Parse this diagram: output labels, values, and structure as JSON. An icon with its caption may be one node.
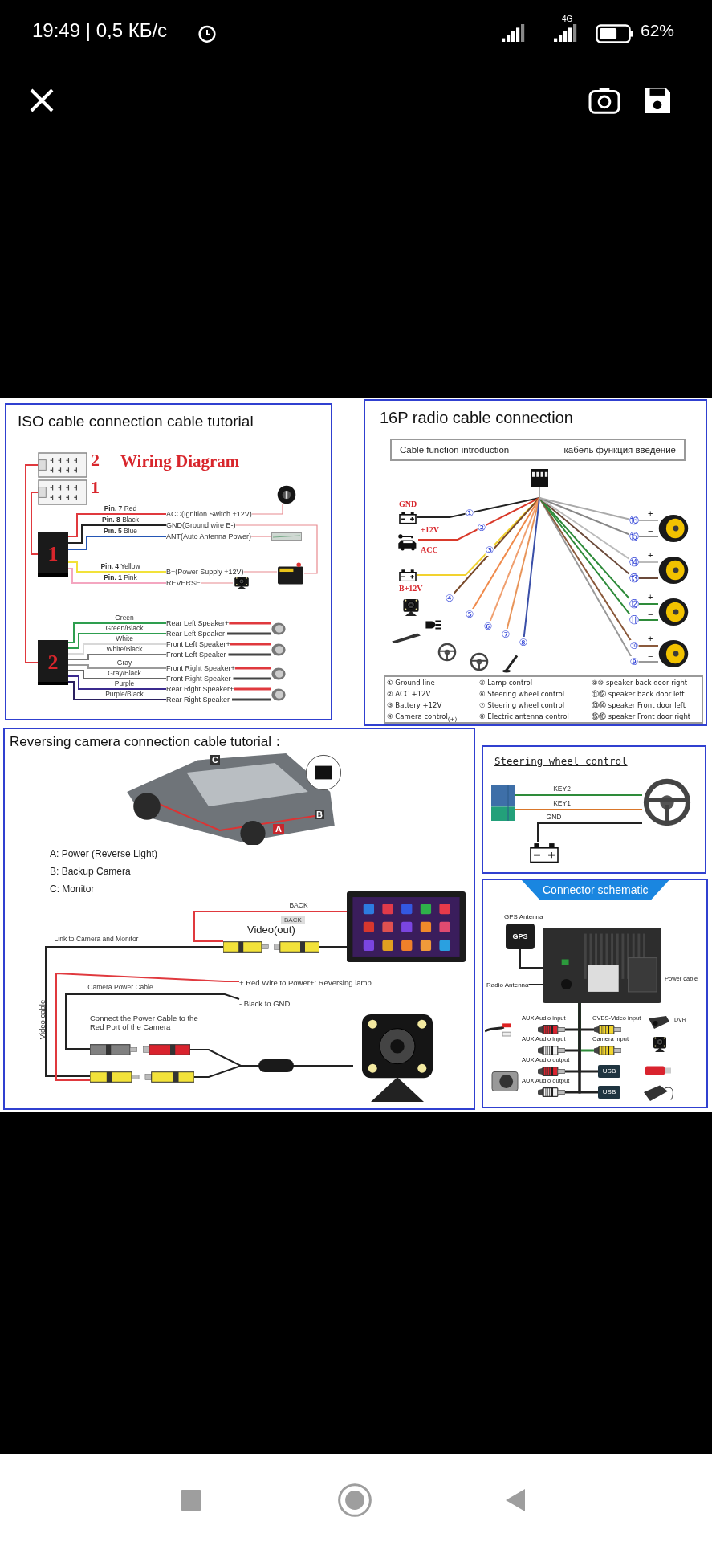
{
  "diagram": {
    "nodes": [
      {
        "text": [
          "ISO cable connection cable tutorial"
        ]
      },
      {
        "text": [],
        "shape": "box",
        "in": 0,
        "beside": [
          "2"
        ]
      },
      {
        "text": [],
        "shape": "box",
        "in": 0,
        "beside": [
          "1"
        ]
      },
      {
        "text": [
          "1"
        ],
        "in": 0
      },
      {
        "text": [
          "2"
        ],
        "in": 0
      },
      {
        "text": [
          "ACC(Ignition Switch +12V)"
        ],
        "in": 0
      },
      {
        "text": [
          "GND(Ground wire B-)"
        ],
        "in": 0
      },
      {
        "text": [
          "ANT(Auto Antenna Power)"
        ],
        "in": 0
      },
      {
        "text": [
          "B+(Power Supply +12V)"
        ],
        "in": 0
      },
      {
        "text": [
          "REVERSE"
        ],
        "in": 0
      },
      {
        "text": [],
        "shape": "picture",
        "in": 0
      },
      {
        "text": [],
        "shape": "picture",
        "in": 0
      },
      {
        "text": [],
        "shape": "picture",
        "in": 0
      },
      {
        "text": [],
        "shape": "picture",
        "in": 0
      },
      {
        "text": [
          "Rear Left Speaker+"
        ],
        "in": 0
      },
      {
        "text": [
          "Rear Left Speaker-"
        ],
        "in": 0
      },
      {
        "text": [
          "Front Left Speaker+"
        ],
        "in": 0
      },
      {
        "text": [
          "Front Left Speaker-"
        ],
        "in": 0
      },
      {
        "text": [
          "Front Right Speaker+"
        ],
        "in": 0
      },
      {
        "text": [
          "Front Right Speaker-"
        ],
        "in": 0
      },
      {
        "text": [
          "Rear Right Speaker+"
        ],
        "in": 0
      },
      {
        "text": [
          "Rear Right Speaker-"
        ],
        "in": 0
      },
      {
        "text": [],
        "shape": "picture",
        "in": 0
      },
      {
        "text": [],
        "shape": "picture",
        "in": 0
      },
      {
        "text": [],
        "shape": "picture",
        "in": 0
      },
      {
        "text": [],
        "shape": "picture",
        "in": 0
      },
      {
        "text": [
          "16P radio cable connection"
        ]
      },
      {
        "text": [
          "Cable function introduction",
          "кабель функция введение"
        ],
        "in": 26
      },
      {
        "text": [],
        "shape": "picture",
        "in": 26
      },
      {
        "text": [],
        "shape": "picture",
        "in": 26,
        "beside": [
          "GND"
        ]
      },
      {
        "text": [],
        "shape": "picture",
        "in": 26,
        "beside": [
          "+12V",
          "ACC"
        ]
      },
      {
        "text": [],
        "shape": "picture",
        "in": 26,
        "beside": [
          "B+12V"
        ]
      },
      {
        "text": [],
        "shape": "picture",
        "in": 26,
        "beside": [
          "+",
          "−"
        ]
      },
      {
        "text": [],
        "shape": "picture",
        "in": 26,
        "beside": [
          "+",
          "−"
        ]
      },
      {
        "text": [],
        "shape": "picture",
        "in": 26,
        "beside": [
          "+",
          "−"
        ]
      },
      {
        "text": [],
        "shape": "picture",
        "in": 26,
        "beside": [
          "+",
          "−"
        ]
      },
      {
        "text": [
          "Reversing camera connection cable tutorial："
        ]
      },
      {
        "text": [],
        "shape": "picture",
        "in": 36
      },
      {
        "text": [],
        "shape": "picture",
        "in": 36,
        "beside": [
          "Video(out)"
        ]
      },
      {
        "text": [
          "+ Red Wire to Power+: Reversing lamp"
        ],
        "in": 36
      },
      {
        "text": [
          "- Black to GND"
        ],
        "in": 36
      },
      {
        "text": [],
        "shape": "picture",
        "in": 36
      },
      {
        "text": [],
        "shape": "picture",
        "in": 36
      },
      {
        "text": [],
        "shape": "picture",
        "in": 36
      },
      {
        "text": [
          "Steering wheel control"
        ]
      },
      {
        "text": [],
        "shape": "picture",
        "in": 44
      },
      {
        "text": [],
        "shape": "picture",
        "in": 44
      },
      {
        "text": [],
        "shape": "picture",
        "in": 44
      },
      {
        "text": [
          "Connector schematic"
        ]
      },
      {
        "text": [
          "GPS"
        ],
        "in": 48,
        "beside": [
          "GPS Antenna"
        ]
      },
      {
        "text": [
          "Radio Antenna"
        ],
        "in": 48
      },
      {
        "text": [],
        "shape": "picture",
        "in": 48,
        "beside": [
          "Power cable"
        ]
      },
      {
        "text": [],
        "shape": "picture",
        "in": 48,
        "beside": [
          "AUX Audio input"
        ]
      },
      {
        "text": [],
        "shape": "picture",
        "in": 48,
        "beside": [
          "AUX Audio input"
        ]
      },
      {
        "text": [],
        "shape": "picture",
        "in": 48,
        "beside": [
          "AUX Audio output"
        ]
      },
      {
        "text": [],
        "shape": "picture",
        "in": 48,
        "beside": [
          "AUX Audio output"
        ]
      },
      {
        "text": [],
        "shape": "picture",
        "in": 48,
        "beside": [
          "CVBS-Video input"
        ]
      },
      {
        "text": [],
        "shape": "picture",
        "in": 48,
        "beside": [
          "Camera input"
        ]
      },
      {
        "text": [
          "USB"
        ],
        "in": 48
      },
      {
        "text": [
          "USB"
        ],
        "in": 48
      }
    ],
    "edges": [
      {
        "from": 1,
        "to": 4,
        "arrow": "none",
        "color": "#e0393e"
      },
      {
        "from": 2,
        "to": 3,
        "arrow": "none",
        "color": "#e0393e"
      },
      {
        "from": 3,
        "to": 5,
        "arrow": "none",
        "label": "**Pin. 7** Red",
        "color": "#e0393e"
      },
      {
        "from": 3,
        "to": 6,
        "arrow": "none",
        "label": "**Pin. 8** Black"
      },
      {
        "from": 3,
        "to": 7,
        "arrow": "none",
        "label": "**Pin. 5** Blue",
        "color": "#2456b5"
      },
      {
        "from": 3,
        "to": 8,
        "arrow": "none",
        "label": "**Pin. 4** Yellow",
        "color": "#f2e23a"
      },
      {
        "from": 3,
        "to": 9,
        "arrow": "none",
        "label": "**Pin. 1** Pink",
        "color": "#f4a6c0"
      },
      {
        "from": 5,
        "to": 10,
        "arrow": "none",
        "color": "#e88a8f"
      },
      {
        "from": 6,
        "to": 13,
        "arrow": "none",
        "color": "#e88a8f"
      },
      {
        "from": 7,
        "to": 11,
        "arrow": "none",
        "color": "#e88a8f"
      },
      {
        "from": 8,
        "to": 13,
        "arrow": "none",
        "color": "#e88a8f"
      },
      {
        "from": 9,
        "to": 12,
        "arrow": "none",
        "color": "#e88a8f"
      },
      {
        "from": 4,
        "to": 14,
        "arrow": "none",
        "label": "Green",
        "color": "#2e9e4f"
      },
      {
        "from": 4,
        "to": 15,
        "arrow": "none",
        "label": "Green/Black",
        "color": "#2e9e4f"
      },
      {
        "from": 4,
        "to": 16,
        "arrow": "none",
        "label": "White",
        "color": "#d8d8d8"
      },
      {
        "from": 4,
        "to": 17,
        "arrow": "none",
        "label": "White/Black",
        "color": "#777777"
      },
      {
        "from": 4,
        "to": 18,
        "arrow": "none",
        "label": "Gray",
        "color": "#9a9a9a"
      },
      {
        "from": 4,
        "to": 19,
        "arrow": "none",
        "label": "Gray/Black",
        "color": "#666666"
      },
      {
        "from": 4,
        "to": 20,
        "arrow": "none",
        "label": "Purple",
        "color": "#3b2a8f"
      },
      {
        "from": 4,
        "to": 21,
        "arrow": "none",
        "label": "Purple/Black",
        "color": "#2a2060"
      },
      {
        "from": 14,
        "to": 22,
        "arrow": "none",
        "color": "#e0393e"
      },
      {
        "from": 15,
        "to": 22,
        "arrow": "none",
        "color": "#444444"
      },
      {
        "from": 16,
        "to": 23,
        "arrow": "none",
        "color": "#e0393e"
      },
      {
        "from": 17,
        "to": 23,
        "arrow": "none",
        "color": "#444444"
      },
      {
        "from": 18,
        "to": 24,
        "arrow": "none",
        "color": "#e0393e"
      },
      {
        "from": 19,
        "to": 24,
        "arrow": "none",
        "color": "#444444"
      },
      {
        "from": 20,
        "to": 25,
        "arrow": "none",
        "color": "#e0393e"
      },
      {
        "from": 21,
        "to": 25,
        "arrow": "none",
        "color": "#444444"
      },
      {
        "from": 28,
        "to": 29,
        "arrow": "none",
        "label": "①"
      },
      {
        "from": 28,
        "to": 30,
        "arrow": "none",
        "label": "②",
        "color": "#d93a2b"
      },
      {
        "from": 28,
        "to": 31,
        "arrow": "none",
        "label": "③",
        "color": "#f2d22e"
      },
      {
        "from": 28,
        "to": null,
        "arrow": "none",
        "label": "④",
        "color": "#7a4a2a"
      },
      {
        "from": 28,
        "to": null,
        "arrow": "none",
        "label": "⑤",
        "color": "#f08a4b"
      },
      {
        "from": 28,
        "to": null,
        "arrow": "none",
        "label": "⑥",
        "color": "#f0a070"
      },
      {
        "from": 28,
        "to": null,
        "arrow": "none",
        "label": "⑦",
        "color": "#e8955a"
      },
      {
        "from": 28,
        "to": null,
        "arrow": "none",
        "label": "⑧",
        "color": "#3a4fa8"
      },
      {
        "from": 28,
        "to": 35,
        "arrow": "none",
        "label": "⑨",
        "color": "#999999"
      },
      {
        "from": 28,
        "to": 35,
        "arrow": "none",
        "label": "⑩",
        "color": "#8b5a3c"
      },
      {
        "from": 28,
        "to": 34,
        "arrow": "none",
        "label": "⑪",
        "color": "#2e8b3a"
      },
      {
        "from": 28,
        "to": 34,
        "arrow": "none",
        "label": "⑫",
        "color": "#2e8b3a"
      },
      {
        "from": 28,
        "to": 33,
        "arrow": "none",
        "label": "⑬",
        "color": "#6b4a3a"
      },
      {
        "from": 28,
        "to": 33,
        "arrow": "none",
        "label": "⑭",
        "color": "#bbbbbb"
      },
      {
        "from": 28,
        "to": 32,
        "arrow": "none",
        "label": "⑮",
        "color": "#888888"
      },
      {
        "from": 28,
        "to": 32,
        "arrow": "none",
        "label": "⑯",
        "color": "#aaaaaa"
      },
      {
        "from": 37,
        "to": 38,
        "arrow": "none"
      },
      {
        "from": 37,
        "to": 38,
        "arrow": "none",
        "label": "BACK",
        "color": "#e0393e"
      },
      {
        "from": 38,
        "to": 42,
        "arrow": "none",
        "label": "Link to Camera and Monitor"
      },
      {
        "from": 41,
        "to": 40,
        "arrow": "none",
        "label": "Camera Power Cable"
      },
      {
        "from": 39,
        "to": 42,
        "arrow": "none",
        "color": "#e0393e"
      },
      {
        "from": 43,
        "to": 41,
        "arrow": "none"
      },
      {
        "from": 43,
        "to": 42,
        "arrow": "none"
      },
      {
        "from": 45,
        "to": 46,
        "arrow": "none",
        "label": "KEY2",
        "color": "#2e8b3a"
      },
      {
        "from": 45,
        "to": 46,
        "arrow": "none",
        "label": "KEY1",
        "color": "#d9772b"
      },
      {
        "from": 47,
        "to": 46,
        "arrow": "none",
        "label": "GND"
      },
      {
        "from": 49,
        "to": 51,
        "arrow": "none"
      },
      {
        "from": 50,
        "to": 51,
        "arrow": "none"
      },
      {
        "from": 51,
        "to": 52,
        "arrow": "none"
      },
      {
        "from": 51,
        "to": 53,
        "arrow": "none"
      },
      {
        "from": 51,
        "to": 54,
        "arrow": "none"
      },
      {
        "from": 51,
        "to": 55,
        "arrow": "none"
      },
      {
        "from": 51,
        "to": 56,
        "arrow": "none"
      },
      {
        "from": 51,
        "to": 57,
        "arrow": "none",
        "color": "#2e8b3a"
      },
      {
        "from": 51,
        "to": 58,
        "arrow": "none"
      },
      {
        "from": 51,
        "to": 59,
        "arrow": "none"
      }
    ],
    "labels": [
      "19:49 | 0,5 КБ/с",
      "4G",
      "62%",
      "Wiring Diagram",
      "① Ground line",
      "⑤ Lamp control",
      "⑨⑩ speaker back door right",
      "② ACC +12V",
      "⑥ Steering wheel control",
      "⑪⑫ speaker back door left",
      "③ Battery +12V",
      "⑦ Steering wheel control",
      "⑬⑭ speaker Front door left",
      "④ Camera control$_{(+)}$",
      "⑧ Electric antenna control",
      "⑮⑯ speaker Front door right",
      "C",
      "B",
      "A",
      "A: Power (Reverse Light)",
      "B: Backup Camera",
      "C: Monitor",
      "BACK",
      "Connect the Power Cable to the Red Port of the Camera",
      "Video cable",
      "DVR"
    ]
  }
}
